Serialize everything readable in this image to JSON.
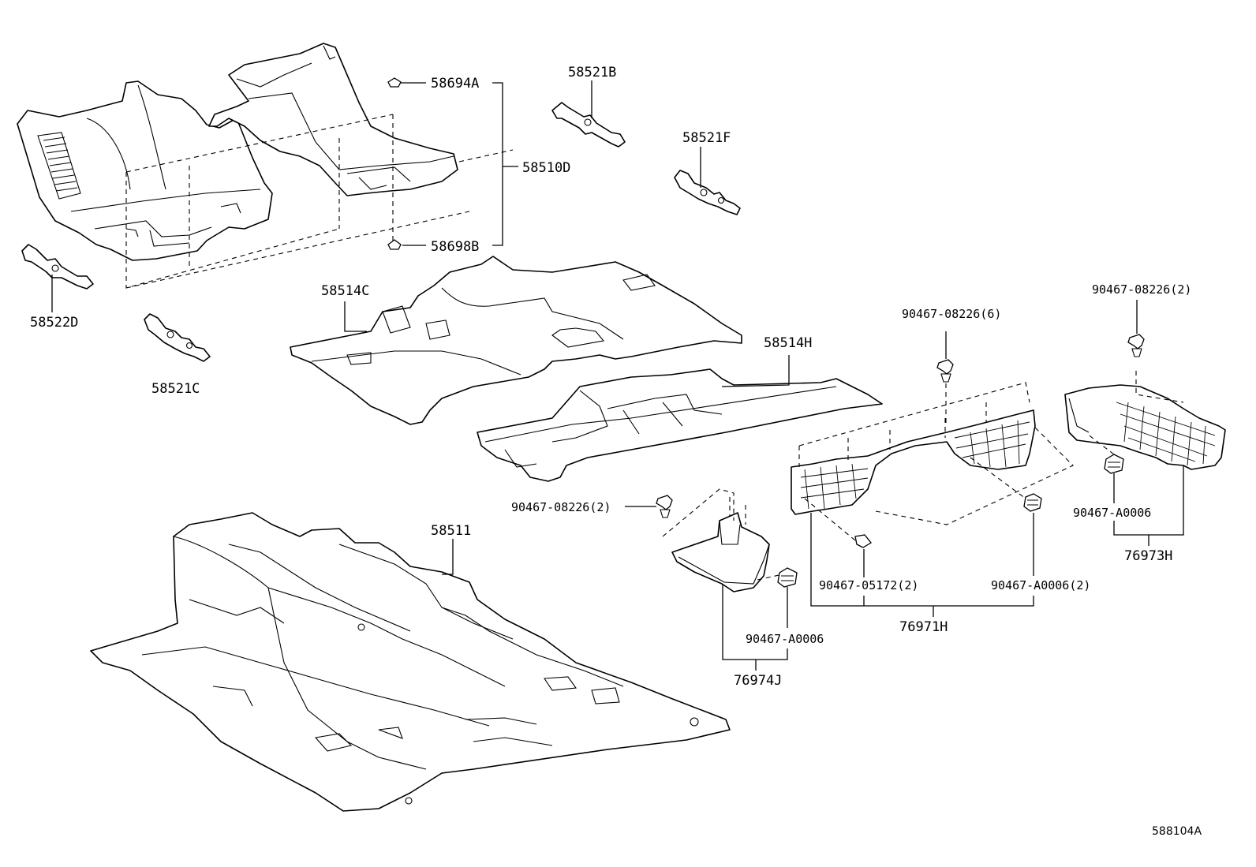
{
  "diagram_id": "588104A",
  "labels": {
    "p58694A": "58694A",
    "p58521B": "58521B",
    "p58521F": "58521F",
    "p58510D": "58510D",
    "p58698B": "58698B",
    "p58522D": "58522D",
    "p58521C": "58521C",
    "p58514C": "58514C",
    "p58514H": "58514H",
    "p90467_08226_6": "90467-08226(6)",
    "p90467_08226_2_right": "90467-08226(2)",
    "p90467_08226_2_left": "90467-08226(2)",
    "p58511": "58511",
    "p90467_A0006_right": "90467-A0006",
    "p76973H": "76973H",
    "p90467_05172_2": "90467-05172(2)",
    "p90467_A0006_2": "90467-A0006(2)",
    "p76971H": "76971H",
    "p90467_A0006_mid": "90467-A0006",
    "p76974J": "76974J"
  }
}
